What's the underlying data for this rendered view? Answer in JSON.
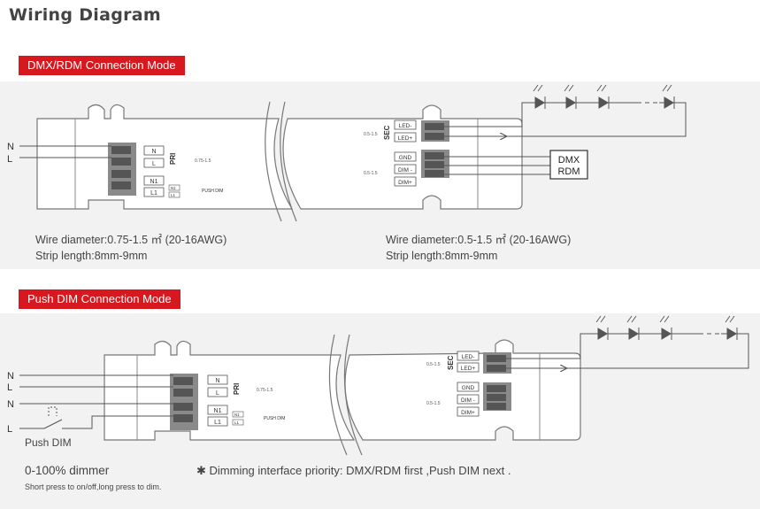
{
  "title": "Wiring Diagram",
  "mode1": {
    "label": "DMX/RDM Connection Mode",
    "wire_left": {
      "line1": "Wire diameter:0.75-1.5 ㎡ (20-16AWG)",
      "line2": "Strip length:8mm-9mm"
    },
    "wire_right": {
      "line1": "Wire diameter:0.5-1.5 ㎡ (20-16AWG)",
      "line2": "Strip length:8mm-9mm"
    },
    "dmx_box": {
      "line1": "DMX",
      "line2": "RDM"
    }
  },
  "mode2": {
    "label": "Push DIM Connection Mode",
    "push_dim_label": "Push DIM",
    "dimmer_text": "0-100% dimmer",
    "dimmer_sub": "Short press to on/off,long press to dim.",
    "priority_note": "✱ Dimming interface priority: DMX/RDM first ,Push DIM next ."
  },
  "labels": {
    "N": "N",
    "L": "L",
    "N1": "N1",
    "L1": "L1",
    "PRI": "PRI",
    "SEC": "SEC",
    "LEDm": "LED-",
    "LEDp": "LED+",
    "GND": "GND",
    "DIMm": "DIM -",
    "DIMp": "DIM+",
    "push_dim_small": "PUSH DIM",
    "strip_pri": "0.75-1.5",
    "strip_sec": "0.5-1.5"
  },
  "colors": {
    "accent": "#d7191f",
    "panel": "#f2f2f2",
    "line": "#555555"
  }
}
